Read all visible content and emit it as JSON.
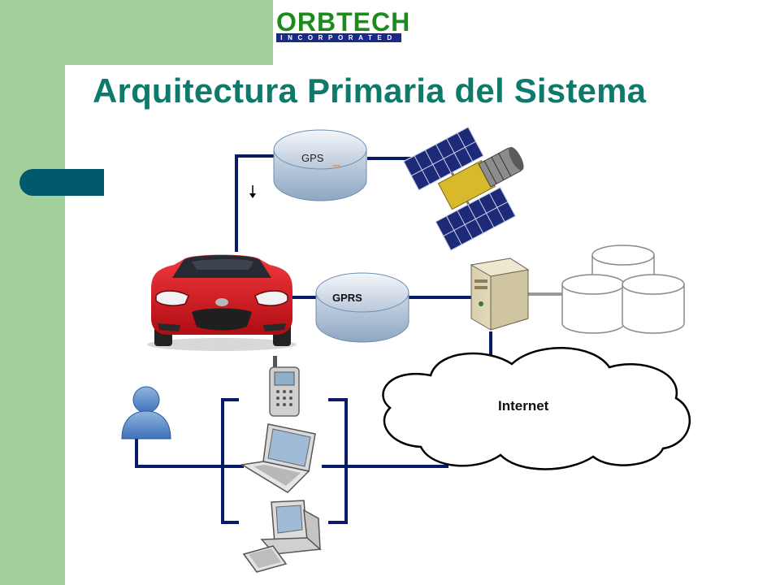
{
  "header": {
    "logo_name": "ORBTECH",
    "logo_sub": "INCORPORATED",
    "title": "Arquitectura Primaria del Sistema"
  },
  "diagram": {
    "gps_label": "GPS",
    "gprs_label": "GPRS",
    "internet_label": "Internet"
  },
  "colors": {
    "band_green": "#a3d09a",
    "accent_teal": "#005a6b",
    "title_teal": "#0e7a6b",
    "link_navy": "#0a1a6b",
    "logo_green": "#1d8a1d",
    "logo_navy": "#1a2a86",
    "car_red": "#d6141c"
  }
}
